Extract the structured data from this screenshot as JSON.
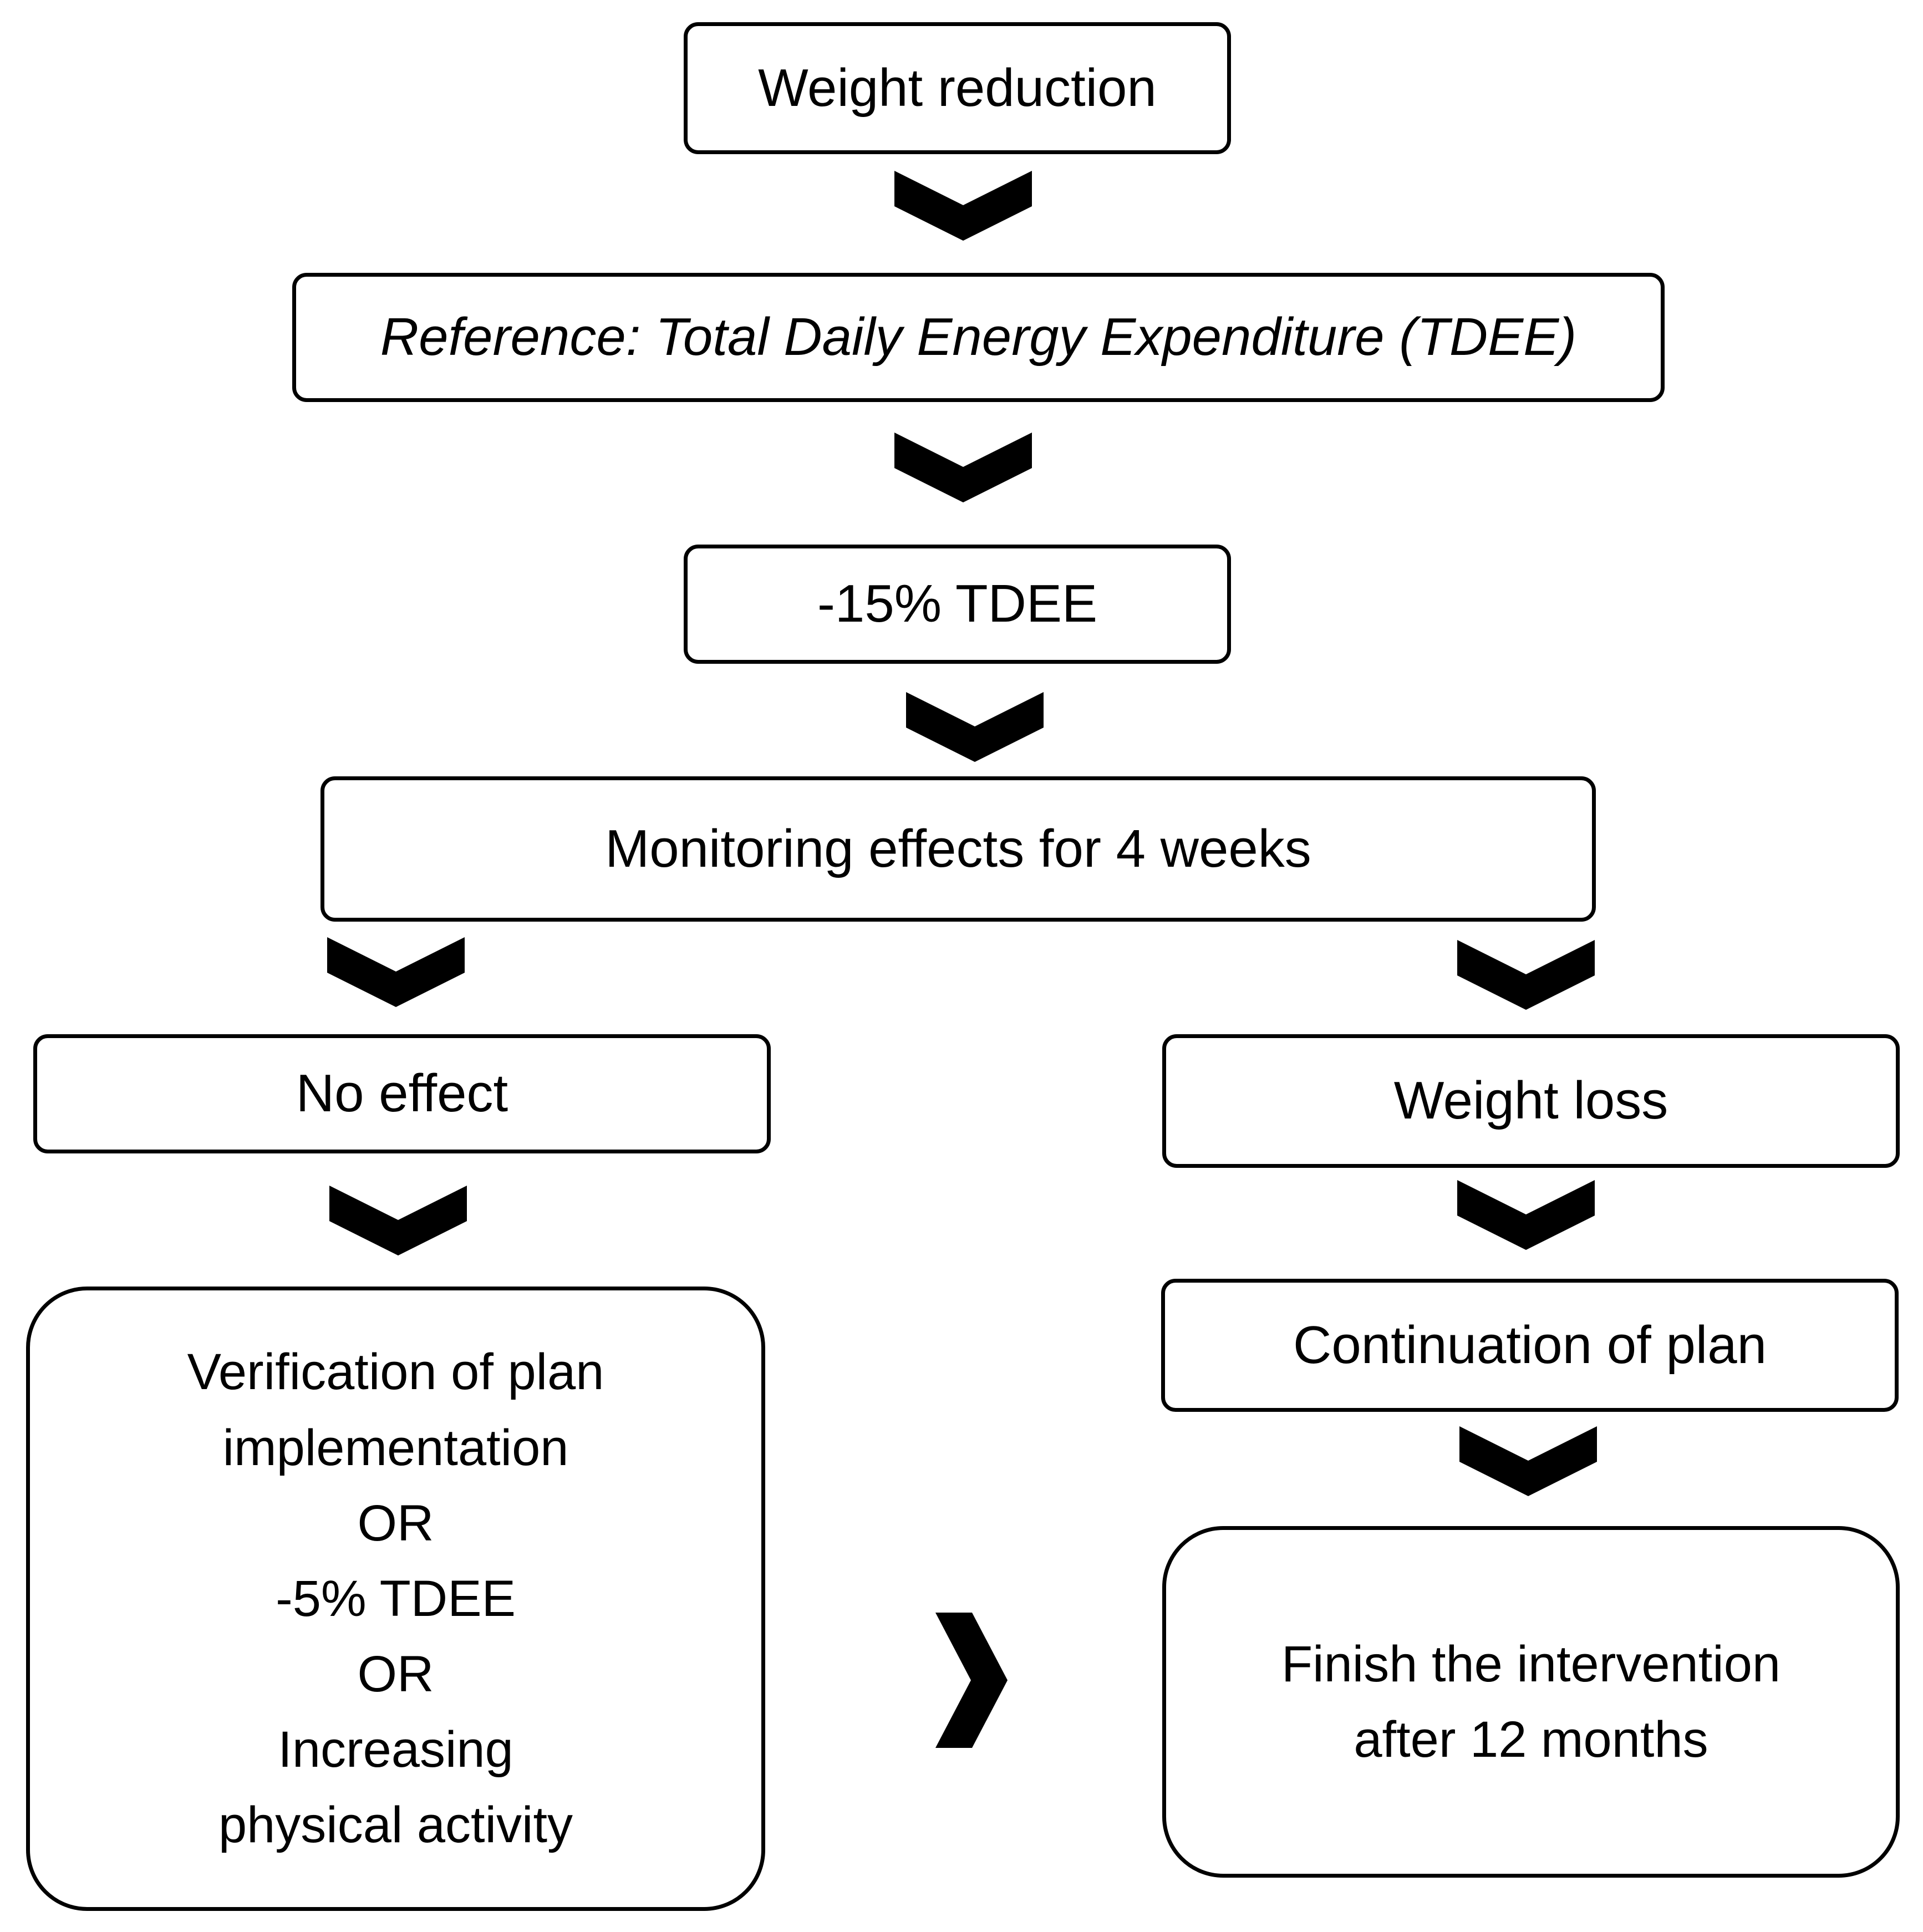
{
  "boxes": {
    "weight_reduction": "Weight reduction",
    "reference": "Reference: Total Daily Energy Expenditure (TDEE)",
    "minus15": "-15% TDEE",
    "monitoring": "Monitoring effects for 4 weeks",
    "no_effect": "No effect",
    "weight_loss": "Weight loss",
    "verification": {
      "lines": [
        "Verification of plan",
        "implementation",
        "OR",
        "-5% TDEE",
        "OR",
        "Increasing",
        "physical activity"
      ]
    },
    "continuation": "Continuation of plan",
    "finish": {
      "lines": [
        "Finish the intervention",
        "after 12 months"
      ]
    }
  },
  "arrow_icon": "chevron-down-icon",
  "side_arrow_icon": "chevron-right-icon",
  "colors": {
    "stroke": "#000000",
    "background": "#ffffff"
  }
}
